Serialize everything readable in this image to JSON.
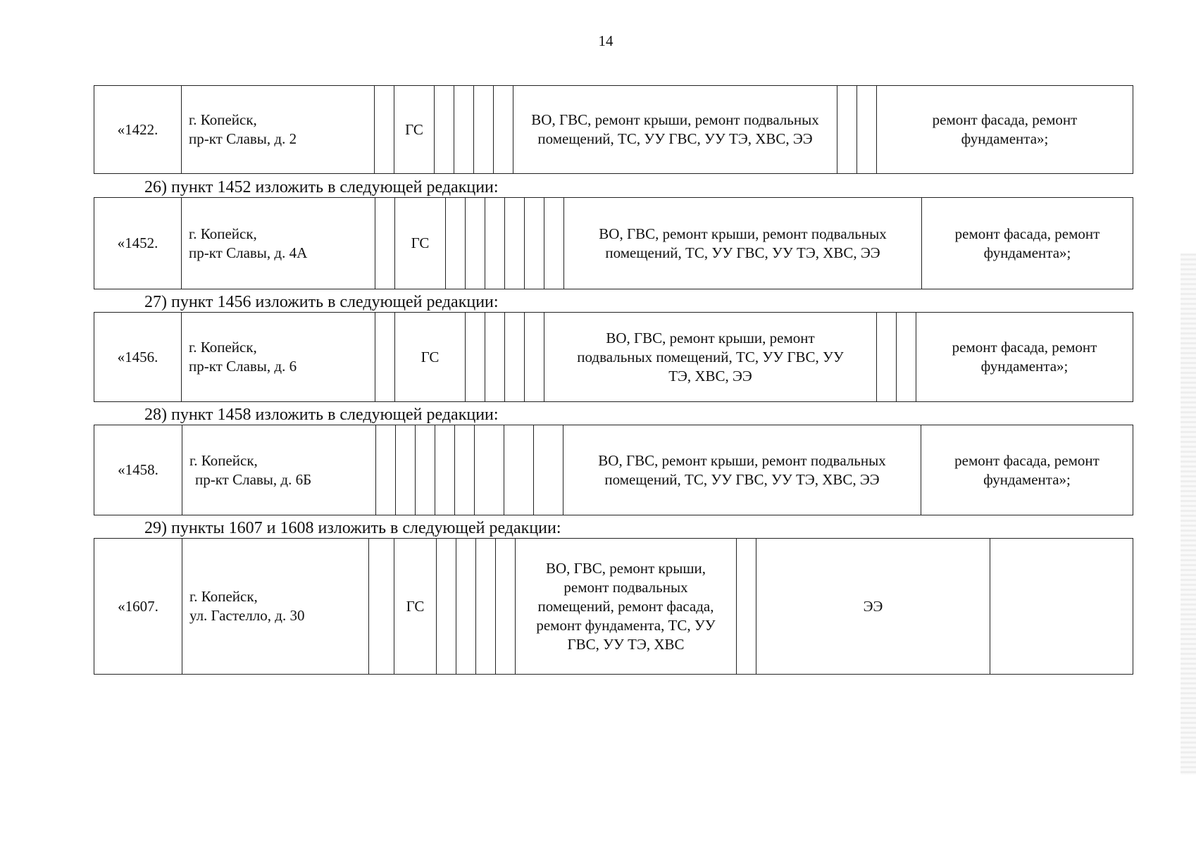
{
  "page_number": "14",
  "entries": [
    {
      "number": "«1422.",
      "address_line1": "г. Копейск,",
      "address_line2": "пр-кт Славы, д. 2",
      "type": "ГС",
      "works": "ВО, ГВС, ремонт крыши, ремонт подвальных помещений, ТС, УУ ГВС, УУ ТЭ, ХВС, ЭЭ",
      "works_later": "ремонт фасада, ремонт фундамента»;"
    },
    {
      "instruction": "26) пункт 1452 изложить в следующей редакции:",
      "number": "«1452.",
      "address_line1": "г. Копейск,",
      "address_line2": "пр-кт Славы, д. 4А",
      "type": "ГС",
      "works": "ВО, ГВС, ремонт крыши, ремонт подвальных помещений, ТС, УУ ГВС, УУ ТЭ, ХВС, ЭЭ",
      "works_later": "ремонт фасада, ремонт фундамента»;"
    },
    {
      "instruction": "27) пункт 1456 изложить в следующей редакции:",
      "number": "«1456.",
      "address_line1": "г. Копейск,",
      "address_line2": "пр-кт Славы, д. 6",
      "type": "ГС",
      "works": "ВО, ГВС, ремонт крыши, ремонт подвальных помещений, ТС, УУ ГВС, УУ ТЭ, ХВС, ЭЭ",
      "works_later": "ремонт фасада, ремонт фундамента»;"
    },
    {
      "instruction": "28) пункт 1458 изложить в следующей редакции:",
      "number": "«1458.",
      "address_line1": "г. Копейск,",
      "address_line2": "пр-кт Славы, д. 6Б",
      "type": "",
      "works": "ВО, ГВС, ремонт крыши, ремонт подвальных помещений, ТС, УУ ГВС, УУ ТЭ, ХВС, ЭЭ",
      "works_later": "ремонт фасада, ремонт фундамента»;"
    },
    {
      "instruction": "29) пункты 1607 и 1608 изложить в следующей редакции:",
      "number": "«1607.",
      "address_line1": "г. Копейск,",
      "address_line2": "ул. Гастелло, д. 30",
      "type": "ГС",
      "works": "ВО, ГВС, ремонт крыши, ремонт подвальных помещений, ремонт фасада, ремонт фундамента, ТС, УУ ГВС, УУ ТЭ, ХВС",
      "works_later": "ЭЭ",
      "works_last": ""
    }
  ]
}
